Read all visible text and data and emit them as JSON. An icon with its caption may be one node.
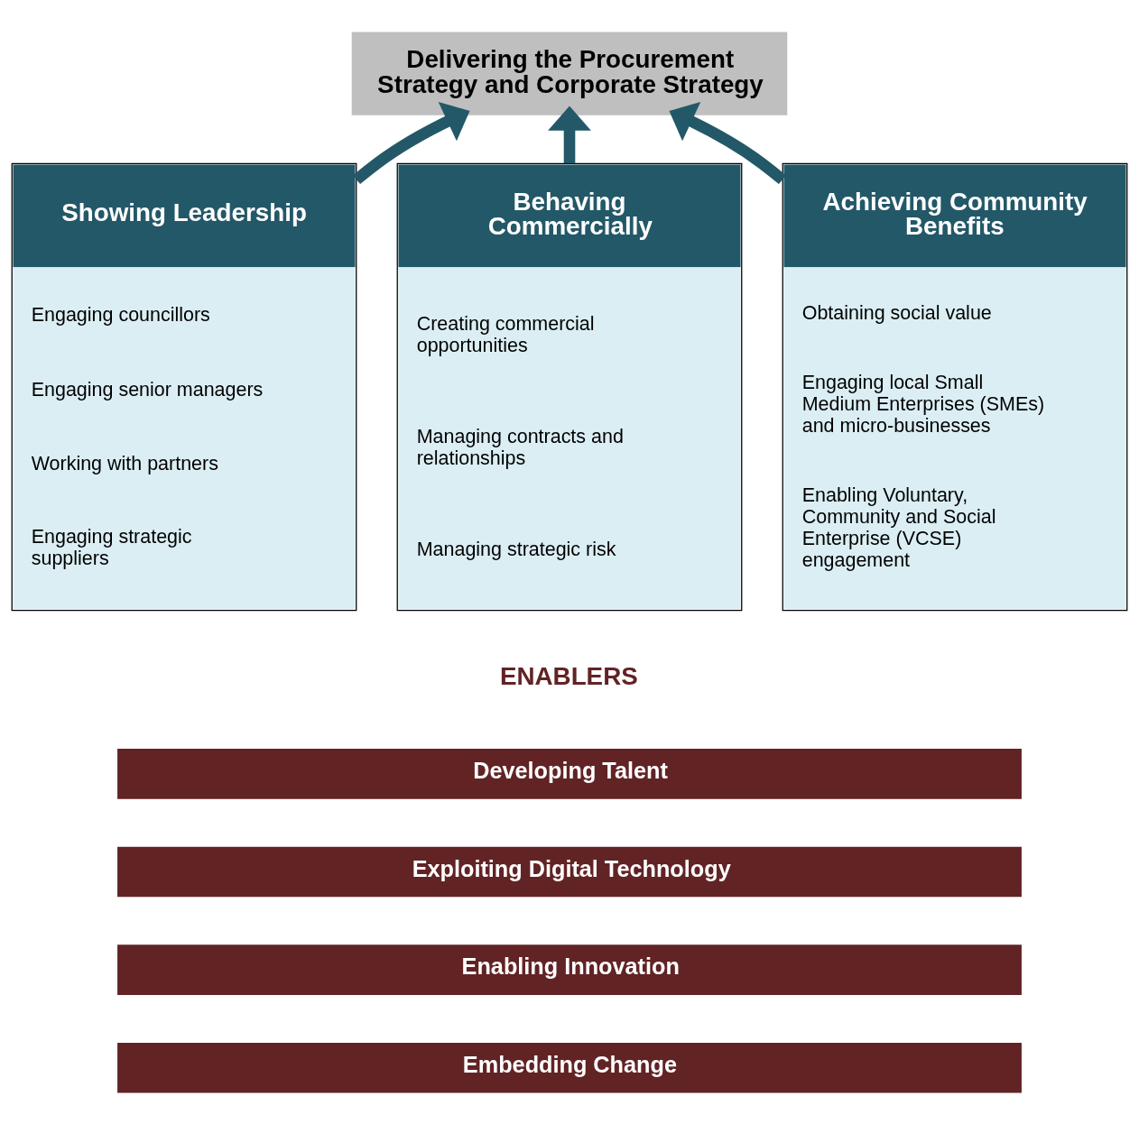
{
  "diagram": {
    "nodes": [
      {
        "text": [
          "Delivering the Procurement Strategy and Corporate Strategy"
        ]
      },
      {
        "text": [
          "Showing Leadership",
          "Engaging councillors",
          "Engaging senior managers",
          "Working with partners",
          "Engaging strategic suppliers"
        ]
      },
      {
        "text": [
          "Behaving Commercially",
          "Creating commercial opportunities",
          "Managing contracts and relationships",
          "Managing strategic risk"
        ]
      },
      {
        "text": [
          "Achieving Community Benefits",
          "Obtaining social value",
          "Engaging local Small Medium Enterprises (SMEs) and micro-businesses",
          "Enabling Voluntary, Community and Social Enterprise (VCSE) engagement"
        ]
      },
      {
        "text": [
          "Developing Talent"
        ]
      },
      {
        "text": [
          "Exploiting Digital Technology"
        ]
      },
      {
        "text": [
          "Enabling Innovation"
        ]
      },
      {
        "text": [
          "Embedding Change"
        ]
      }
    ],
    "edges": [
      {
        "from": 1,
        "to": 0,
        "arrow": "to"
      },
      {
        "from": 2,
        "to": 0,
        "arrow": "to"
      },
      {
        "from": 3,
        "to": 0,
        "arrow": "to"
      }
    ],
    "labels": [
      "ENABLERS"
    ]
  }
}
